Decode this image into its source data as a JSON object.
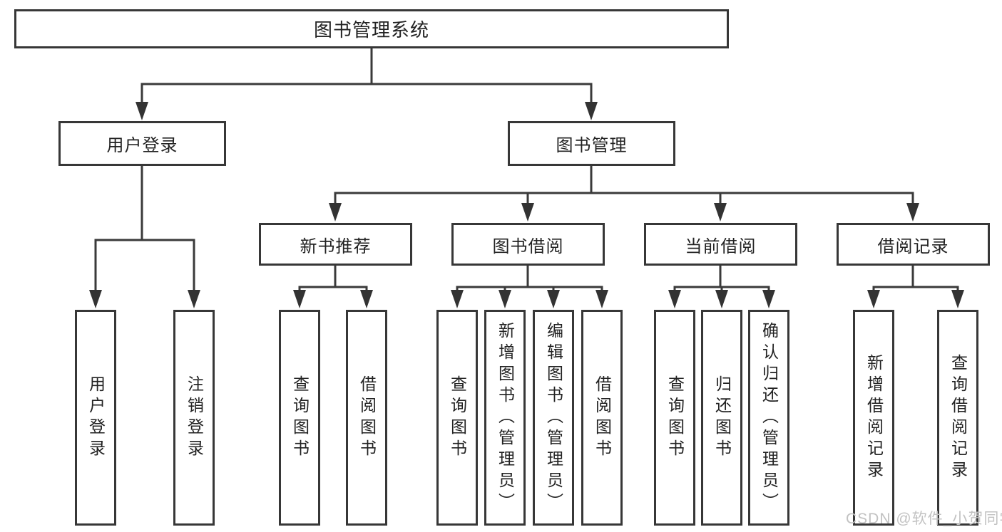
{
  "diagram": {
    "nodes": {
      "root": "图书管理系统",
      "user_login": "用户登录",
      "book_management": "图书管理",
      "new_book_recommend": "新书推荐",
      "book_borrowing": "图书借阅",
      "current_borrowing": "当前借阅",
      "borrowing_records": "借阅记录",
      "ul_user_login": "用户登录",
      "ul_logout": "注销登录",
      "nr_query_books": "查询图书",
      "nr_borrow_books": "借阅图书",
      "bb_query_books": "查询图书",
      "bb_add_books": "新增图书（管理员）",
      "bb_edit_books": "编辑图书（管理员）",
      "bb_borrow_books": "借阅图书",
      "cb_query_books": "查询图书",
      "cb_return_books": "归还图书",
      "cb_confirm_return": "确认归还（管理员）",
      "br_add_record": "新增借阅记录",
      "br_query_record": "查询借阅记录"
    },
    "colors": {
      "border": "#373737",
      "line": "#3a3a3a",
      "text": "#222222",
      "background": "#ffffff",
      "watermark": "#c2c2c2"
    }
  },
  "watermark": "CSDN @软件_小贺同学"
}
